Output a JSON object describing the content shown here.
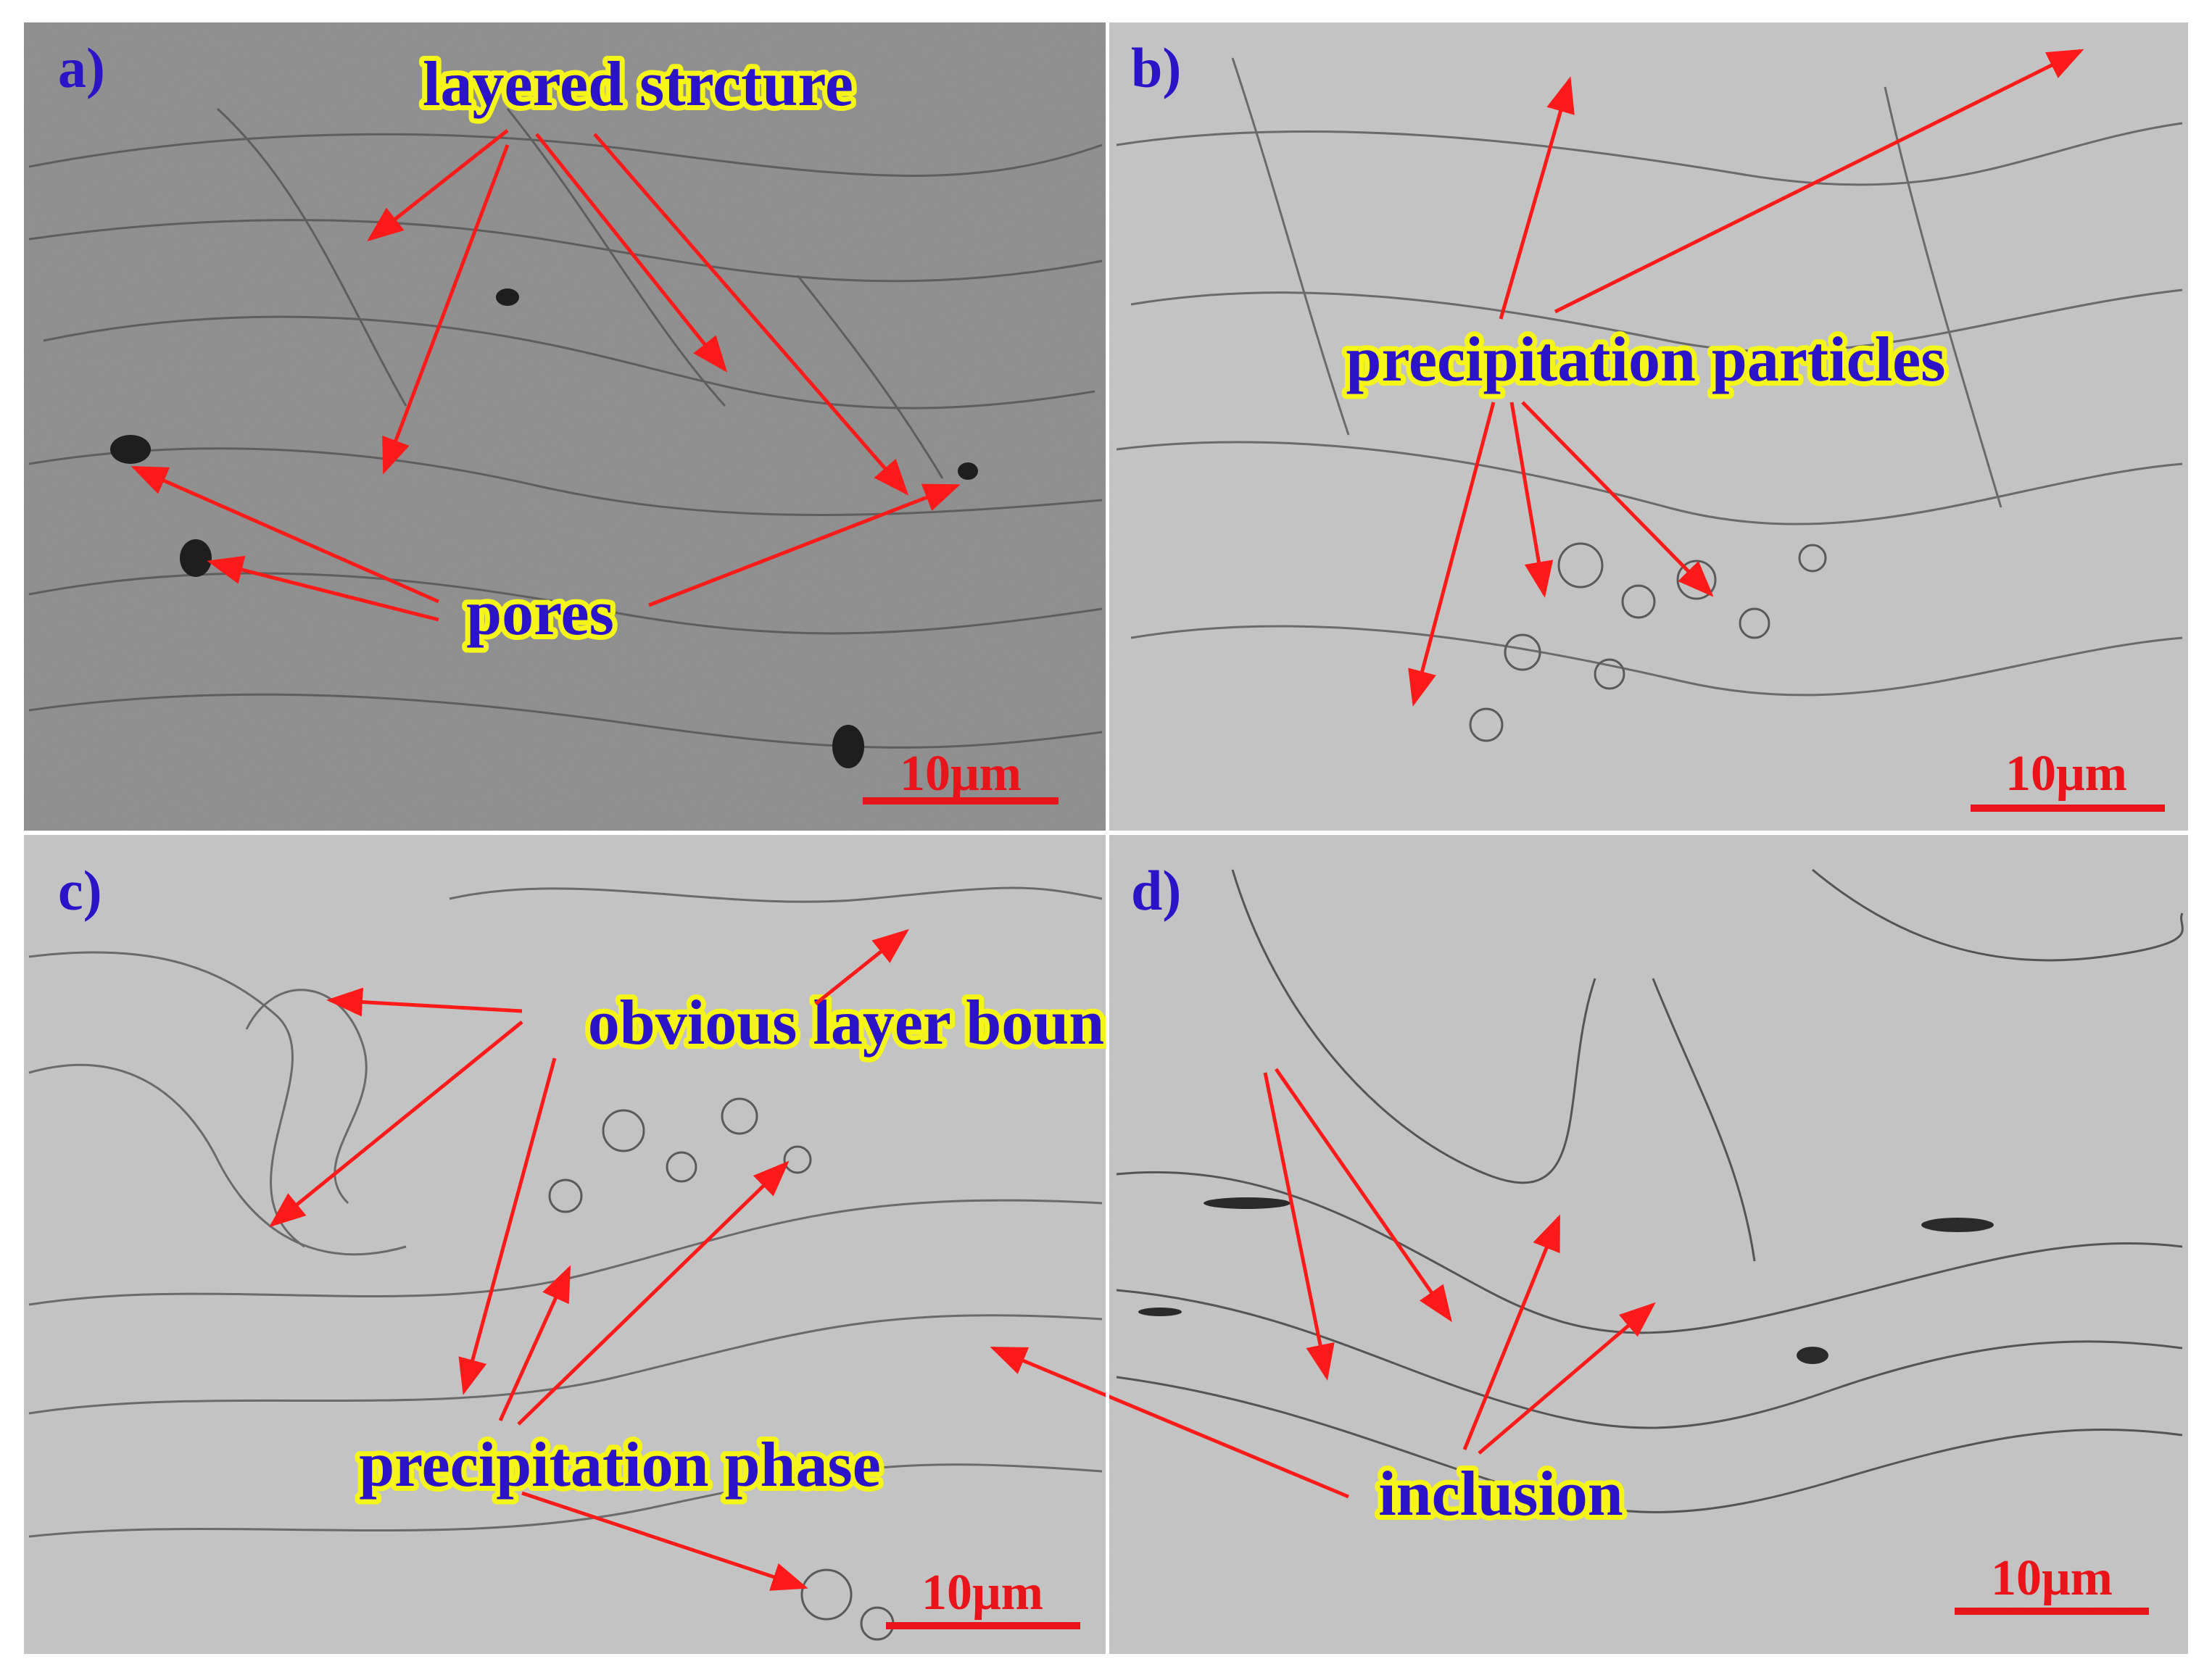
{
  "figure": {
    "colors": {
      "background": "#ffffff",
      "label_fill": "#2b14c8",
      "label_outline": "#f5f51a",
      "arrow": "#ff1a1a",
      "scale_bar": "#e8141a",
      "panel_a_tone": "#8b8b8b",
      "panel_bcd_tone": "#c4c4c4",
      "layer_line": "#5a5a5a"
    },
    "panels": [
      {
        "id": "a",
        "letter": "a)",
        "scale_label": "10μm",
        "annotations": [
          {
            "text": "layered strcture"
          },
          {
            "text": "pores"
          }
        ]
      },
      {
        "id": "b",
        "letter": "b)",
        "scale_label": "10μm",
        "annotations": [
          {
            "text": "precipitation particles"
          }
        ]
      },
      {
        "id": "c",
        "letter": "c)",
        "scale_label": "10μm",
        "annotations": [
          {
            "text": "obvious layer boundary"
          },
          {
            "text": "precipitation phase"
          }
        ]
      },
      {
        "id": "d",
        "letter": "d)",
        "scale_label": "10μm",
        "annotations": [
          {
            "text": "inclusion"
          }
        ]
      }
    ]
  }
}
